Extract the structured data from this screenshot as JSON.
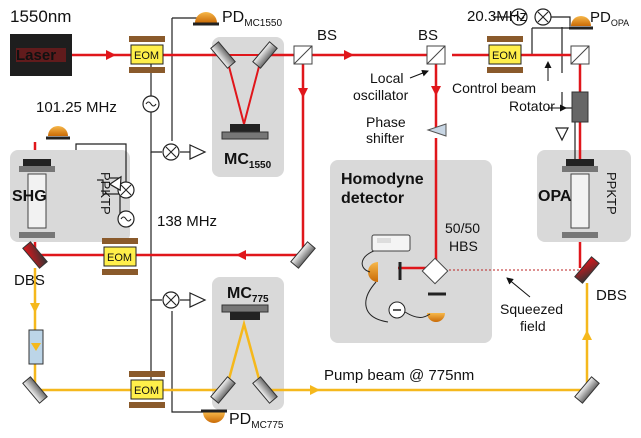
{
  "labels": {
    "wavelength_ir": "1550nm",
    "laser": "Laser",
    "eom": "EOM",
    "pd_mc1550_main": "PD",
    "pd_mc1550_sub": "MC1550",
    "mc1550_main": "MC",
    "mc1550_sub": "1550",
    "bs1": "BS",
    "bs2": "BS",
    "freq_20": "20.3MHz",
    "pd_opa_main": "PD",
    "pd_opa_sub": "OPA",
    "freq_101": "101.25 MHz",
    "freq_138": "138 MHz",
    "local_osc_1": "Local",
    "local_osc_2": "oscillator",
    "control_beam": "Control beam",
    "rotator": "Rotator",
    "phase_1": "Phase",
    "phase_2": "shifter",
    "homodyne_1": "Homodyne",
    "homodyne_2": "detector",
    "hbs_1": "50/50",
    "hbs_2": "HBS",
    "shg": "SHG",
    "ppktp": "PPKTP",
    "opa": "OPA",
    "dbs": "DBS",
    "mc775_main": "MC",
    "mc775_sub": "775",
    "squeezed_1": "Squeezed",
    "squeezed_2": "field",
    "pump_beam": "Pump beam @ 775nm",
    "pd_mc775_main": "PD",
    "pd_mc775_sub": "MC775"
  },
  "colors": {
    "ir_beam": "#e0161b",
    "green_beam": "#f5b81c",
    "box_fill": "#d9d9d9",
    "eom_fill": "#ffef4a",
    "pd_fill": "#e8931a",
    "laser_fill": "#1e1e1e",
    "laser_text": "#e0161b"
  }
}
